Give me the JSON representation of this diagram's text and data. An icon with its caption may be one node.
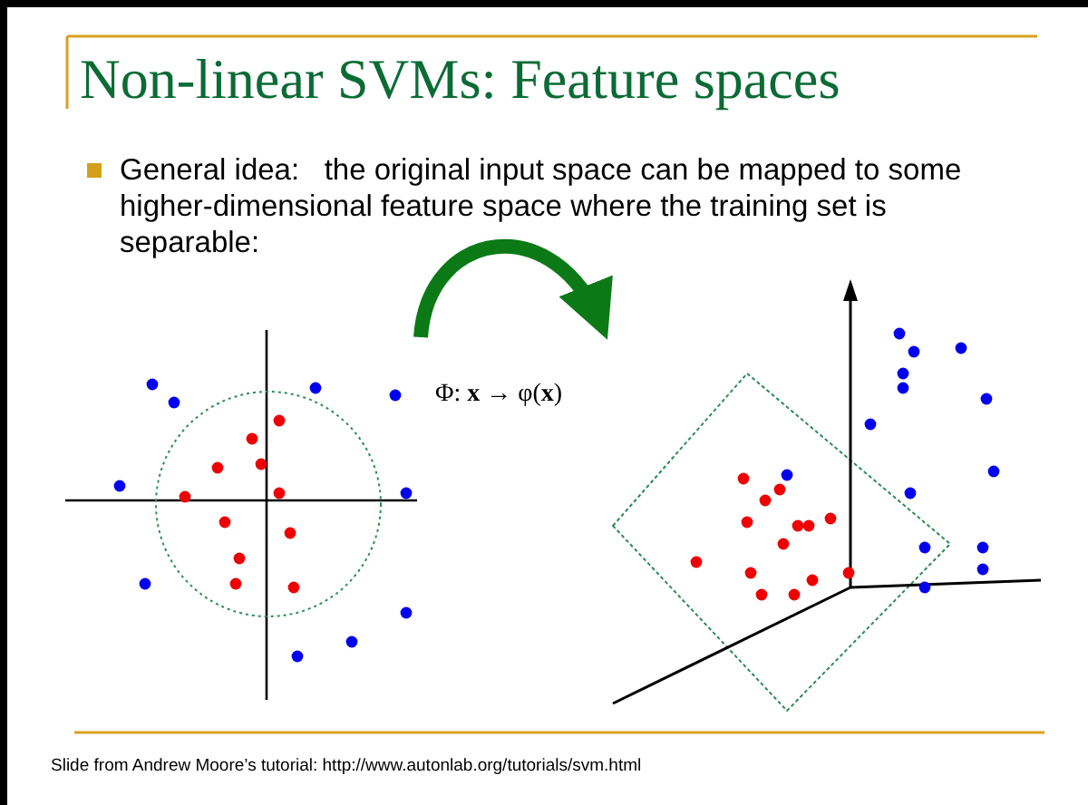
{
  "diagram": {
    "title": "Non-linear SVMs:  Feature spaces",
    "nodes": [
      {
        "text": [],
        "shape": "picture"
      },
      {
        "text": [],
        "shape": "picture"
      }
    ],
    "edges": [
      {
        "from": 0,
        "to": 1,
        "arrow": "to",
        "label": "Φ:  **x** → φ(**x**)"
      }
    ],
    "labels": [
      "General idea:   the original input space can be mapped to some higher-dimensional feature space where the training set is separable:",
      "Slide from Andrew Moore’s tutorial: http://www.autonlab.org/tutorials/svm.html"
    ]
  }
}
